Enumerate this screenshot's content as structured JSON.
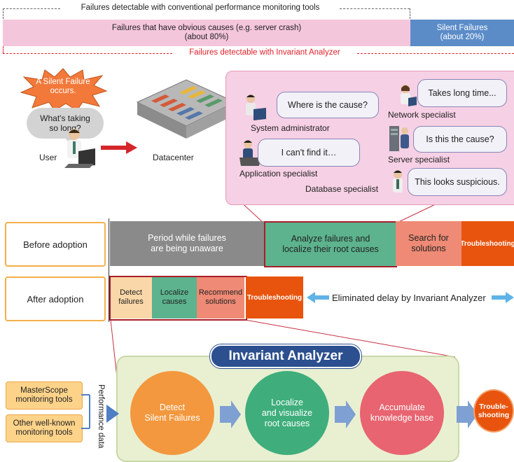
{
  "banner": {
    "conventional_label": "Failures detectable with conventional performance monitoring tools",
    "obvious_line1": "Failures that have obvious causes (e.g. server crash)",
    "obvious_line2": "(about 80%)",
    "silent_line1": "Silent Failures",
    "silent_line2": "(about 20%)",
    "invariant_label": "Failures detectable with Invariant Analyzer",
    "obvious_share_pct": 80,
    "silent_share_pct": 20
  },
  "scene": {
    "burst_line1": "A Silent Failure",
    "burst_line2": "occurs.",
    "user_bubble_line1": "What's taking",
    "user_bubble_line2": "so long?",
    "user_label": "User",
    "datacenter_label": "Datacenter",
    "bubbles": {
      "sysadmin": "Where is the cause?",
      "network": "Takes long time...",
      "server": "Is this the cause?",
      "app": "I can't find it…",
      "db": "This looks suspicious."
    },
    "roles": {
      "sysadmin": "System administrator",
      "network": "Network specialist",
      "server": "Server specialist",
      "app": "Application specialist",
      "db": "Database specialist"
    }
  },
  "timeline": {
    "before_label": "Before adoption",
    "after_label": "After adoption",
    "before": {
      "unaware_line1": "Period while failures",
      "unaware_line2": "are being unaware",
      "analyze_line1": "Analyze failures and",
      "analyze_line2": "localize their root causes",
      "search_line1": "Search for",
      "search_line2": "solutions",
      "troubleshooting": "Troubleshooting"
    },
    "after": {
      "detect_line1": "Detect",
      "detect_line2": "failures",
      "localize_line1": "Localize",
      "localize_line2": "causes",
      "recommend_line1": "Recommend",
      "recommend_line2": "solutions",
      "troubleshooting": "Troubleshooting",
      "eliminated": "Eliminated delay by Invariant Analyzer"
    }
  },
  "analyzer": {
    "title": "Invariant Analyzer",
    "tool1_line1": "MasterScope",
    "tool1_line2": "monitoring tools",
    "tool2_line1": "Other well-known",
    "tool2_line2": "monitoring tools",
    "perf_label": "Performance data",
    "detect_line1": "Detect",
    "detect_line2": "Silent Failures",
    "localize_line1": "Localize",
    "localize_line2": "and visualize",
    "localize_line3": "root causes",
    "accumulate_line1": "Accumulate",
    "accumulate_line2": "knowledge base",
    "trouble_line1": "Trouble-",
    "trouble_line2": "shooting"
  },
  "colors": {
    "pink_band": "#f4c6dc",
    "blue_band": "#5b8cc8",
    "red": "#e0202a",
    "gray": "#8a8a8a",
    "green": "#5cb38e",
    "salmon": "#ee8a75",
    "orange": "#e8540e",
    "peach": "#fad7a8",
    "analyzer_bg": "#e9f0d2",
    "circle_orange": "#f3983e",
    "circle_green": "#3fae7c",
    "circle_red": "#e86470"
  }
}
